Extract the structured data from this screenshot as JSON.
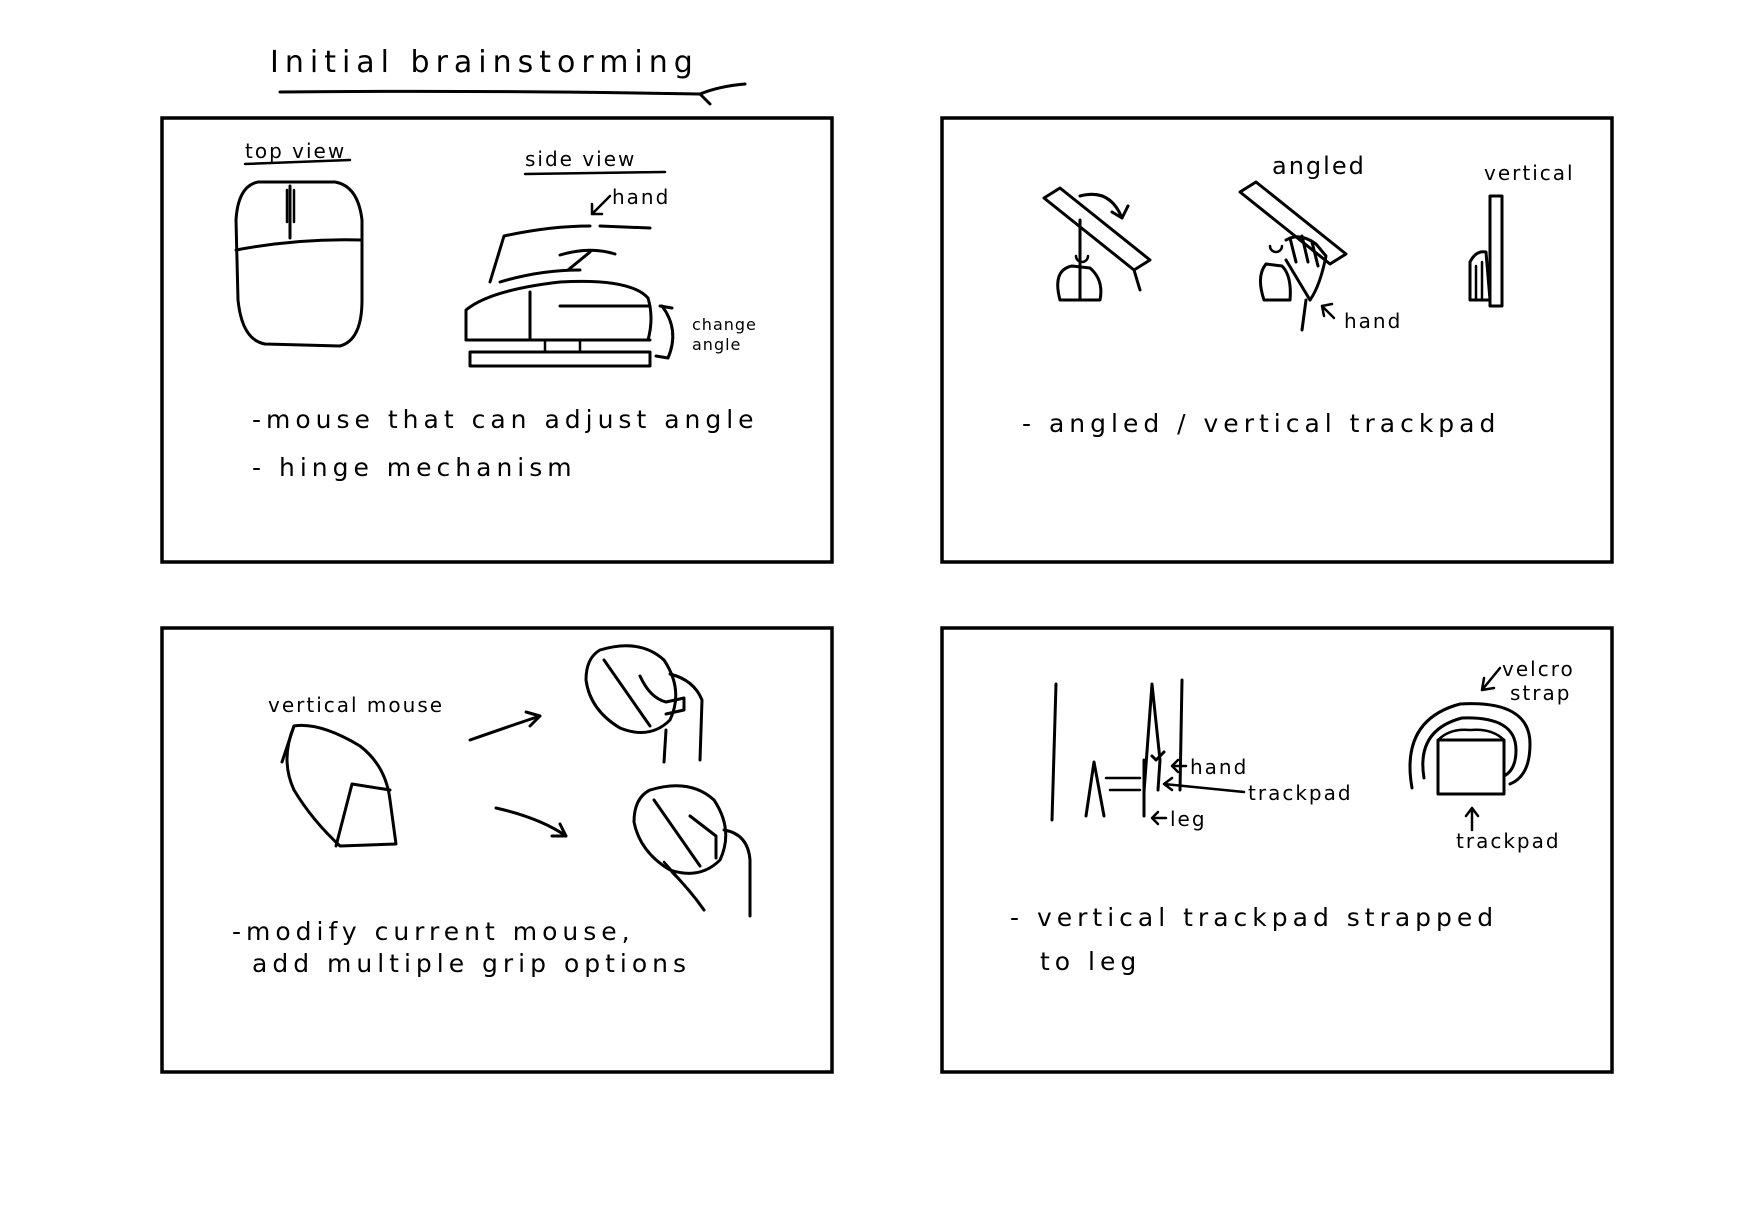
{
  "title": "Initial brainstorming",
  "panels": [
    {
      "labels": {
        "top_view": "top view",
        "side_view": "side view",
        "hand": "hand",
        "change_angle_1": "change",
        "change_angle_2": "angle"
      },
      "notes": [
        "-mouse that can adjust angle",
        "- hinge mechanism"
      ]
    },
    {
      "labels": {
        "angled": "angled",
        "vertical": "vertical",
        "hand": "hand"
      },
      "notes": [
        "- angled / vertical trackpad"
      ]
    },
    {
      "labels": {
        "vertical_mouse": "vertical mouse"
      },
      "notes": [
        "-modify current mouse,",
        "add multiple grip options"
      ]
    },
    {
      "labels": {
        "hand": "hand",
        "trackpad": "trackpad",
        "leg": "leg",
        "velcro_1": "velcro",
        "velcro_2": "strap",
        "trackpad_2": "trackpad"
      },
      "notes": [
        "- vertical trackpad strapped",
        "to leg"
      ]
    }
  ]
}
